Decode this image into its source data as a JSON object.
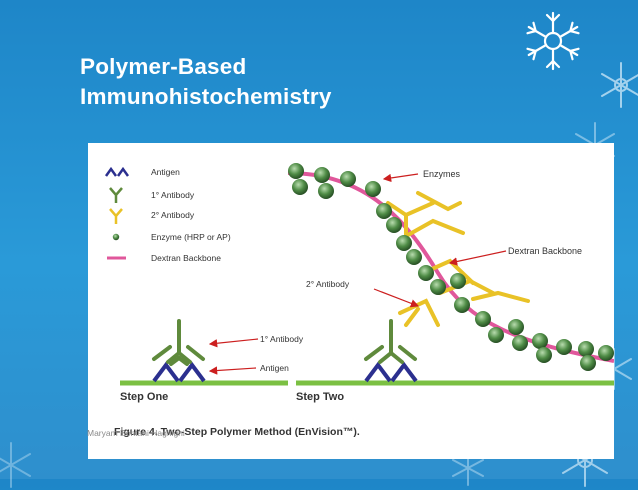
{
  "slide": {
    "title_line1": "Polymer-Based",
    "title_line2": "Immunohistochemistry",
    "footer": "Maryam Bohtani Haghighi"
  },
  "figure": {
    "legend": {
      "antigen": "Antigen",
      "primary_antibody": "1° Antibody",
      "secondary_antibody": "2° Antibody",
      "enzyme": "Enzyme (HRP or AP)",
      "dextran": "Dextran Backbone"
    },
    "labels": {
      "enzymes": "Enzymes",
      "dextran_backbone": "Dextran Backbone",
      "secondary_antibody": "2° Antibody",
      "primary_antibody": "1° Antibody",
      "antigen": "Antigen",
      "step_one": "Step One",
      "step_two": "Step Two"
    },
    "caption": "Figure 4. Two-Step Polymer Method (EnVision™).",
    "colors": {
      "antigen": "#2b2f8f",
      "primary_antibody": "#5f8a3c",
      "secondary_antibody": "#e9c227",
      "enzyme": "#3f7a3a",
      "dextran": "#e0579b",
      "surface": "#7bc043",
      "arrow": "#cc1f1f"
    }
  },
  "background": {
    "color": "#1e86c8"
  }
}
